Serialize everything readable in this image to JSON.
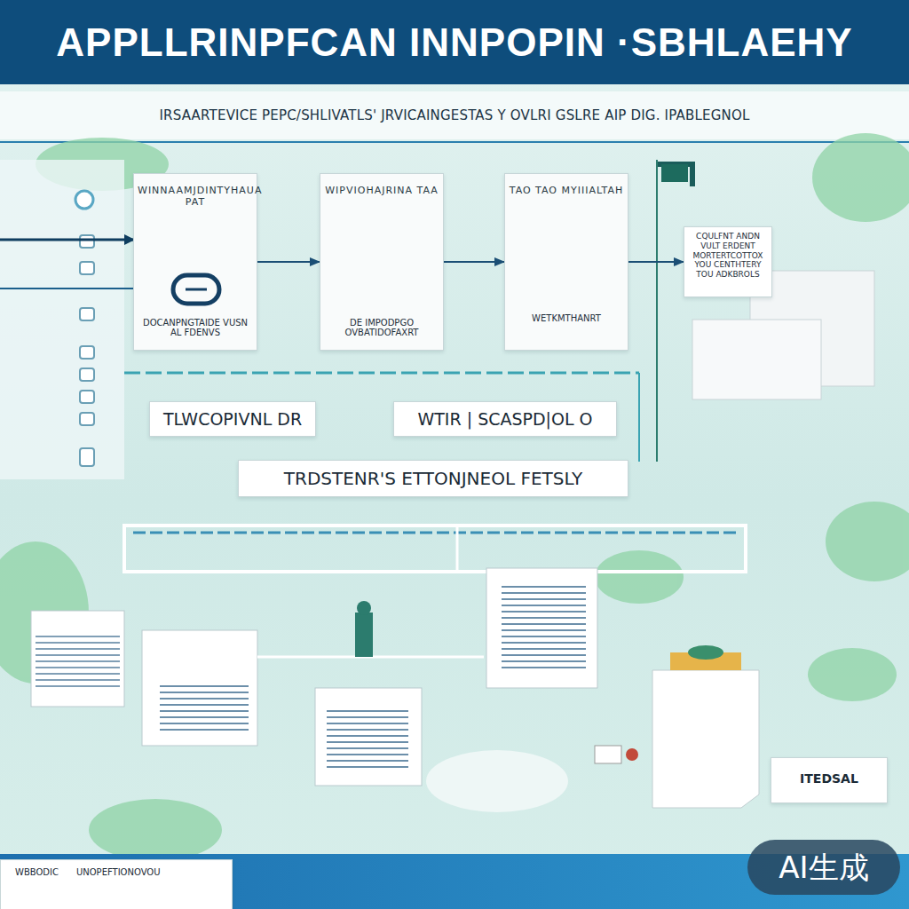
{
  "diagram": {
    "title": "APPLLRINPFCAN INNPOPIN ·SBHLAEHY",
    "nodes": [
      {
        "text": [
          "WINNAAMJDINTYHAUA PAT",
          "DOCANPNGTAIDE VUSN AL FDENVS"
        ]
      },
      {
        "text": [
          "WIPVIOHAJRINA TAA",
          "DE IMPODPGO OVBATIDOFAXRT"
        ]
      },
      {
        "text": [
          "TAO TAO MYIIIALTAH",
          "WETKMTHANRT"
        ]
      },
      {
        "text": [
          "CQULFNT ANDN VULT ERDENT MORTERTCOTTOX YOU CENTHTERY TOU ADKBROLS"
        ]
      },
      {
        "text": [
          "TLWCOPIVNL DR"
        ]
      },
      {
        "text": [
          "WTIR | SCASPD|OL O"
        ]
      },
      {
        "text": [
          "TRDSTENR'S ETTONJNEOL FETSLY"
        ]
      },
      {
        "text": [
          "ITEDSAL"
        ]
      },
      {
        "text": [
          "WBBODIC",
          "UNOPEFTIONOVOU"
        ]
      }
    ],
    "edges": [
      {
        "from": 0,
        "to": 1,
        "arrow": "to"
      },
      {
        "from": 1,
        "to": 2,
        "arrow": "to"
      },
      {
        "from": 2,
        "to": 3,
        "arrow": "to"
      }
    ],
    "labels": [
      "IRSAARTEVICE PEPC/SHLIVATLS' JRVICAINGESTAS Y OVLRI GSLRE AIP DIG. IPABLEGNOL",
      "AI生成"
    ]
  }
}
